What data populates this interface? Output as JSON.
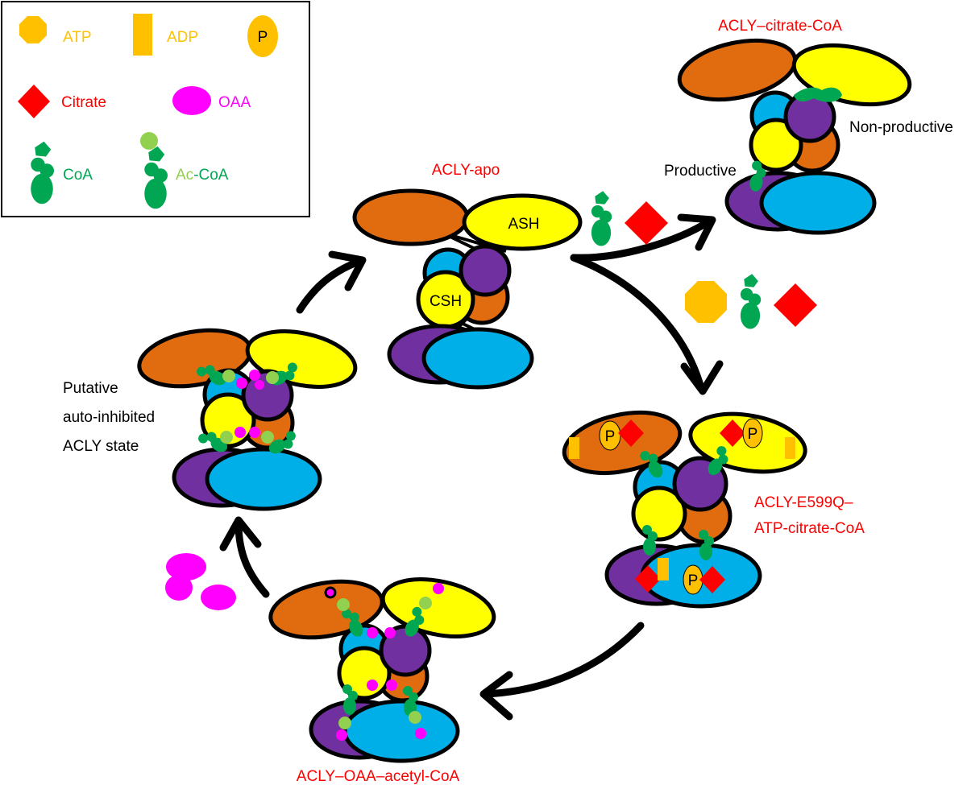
{
  "legend": {
    "atp": "ATP",
    "adp": "ADP",
    "p": "P",
    "citrate": "Citrate",
    "oaa": "OAA",
    "coa": "CoA",
    "ac_prefix": "Ac",
    "ac_suffix": "-CoA"
  },
  "states": {
    "apo": {
      "title": "ACLY-apo",
      "ash": "ASH",
      "csh": "CSH"
    },
    "citrate_coa": {
      "title": "ACLY–citrate-CoA",
      "non_productive": "Non-productive",
      "productive": "Productive"
    },
    "e599q": {
      "title_line1": "ACLY-E599Q–",
      "title_line2": "ATP-citrate-CoA",
      "p_label": "P"
    },
    "oaa_acetyl": {
      "title": "ACLY–OAA–acetyl-CoA"
    },
    "autoinhibited": {
      "line1": "Putative",
      "line2": "auto-inhibited",
      "line3": "ACLY state"
    }
  },
  "colors": {
    "orange_domain": "#e06c0f",
    "yellow_domain": "#ffff00",
    "blue_domain": "#00aee8",
    "purple_domain": "#7030a0",
    "atp": "#ffc000",
    "citrate": "#ff0000",
    "oaa": "#ff00ff",
    "coa": "#00a651",
    "acetyl": "#92d050",
    "title_red": "#ff0000",
    "atp_label": "#ffc000",
    "adp_label": "#ffc000",
    "citrate_label": "#ff0000",
    "oaa_label": "#ff00ff",
    "coa_label": "#00a651",
    "acetyl_label": "#92d050"
  }
}
